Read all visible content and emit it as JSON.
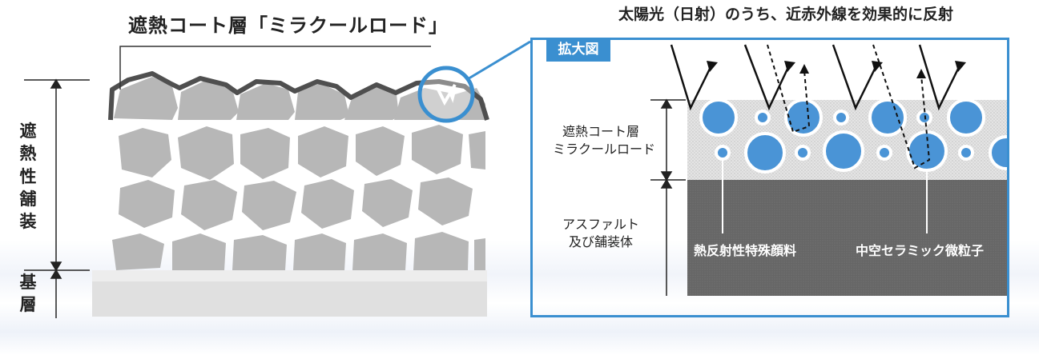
{
  "title_left": "遮熱コート層「ミラクールロード」",
  "title_right": "太陽光（日射）のうち、近赤外線を効果的に反射",
  "side_labels": {
    "pavement": [
      "遮",
      "熱",
      "性",
      "舗",
      "装"
    ],
    "base": [
      "基",
      "層"
    ]
  },
  "zoom_tag": "拡大図",
  "layer_labels": {
    "coat_line1": "遮熱コート層",
    "coat_line2": "ミラクールロード",
    "asphalt_line1": "アスファルト",
    "asphalt_line2": "及び舗装体"
  },
  "callouts": {
    "pigment": "熱反射性特殊顔料",
    "ceramic": "中空セラミック微粒子"
  },
  "colors": {
    "accent_blue": "#3a8fd0",
    "particle_blue": "#4a94d6",
    "stone_gray": "#b5b5b5",
    "coat_dark": "#555555",
    "asphalt": "#6a6a6a"
  }
}
